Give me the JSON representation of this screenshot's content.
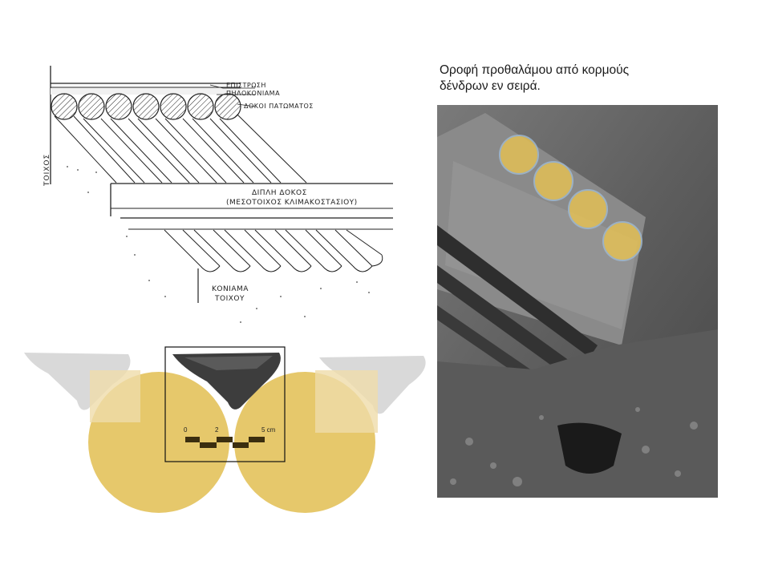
{
  "caption": {
    "line1": "Οροφή προθαλάμου από κορμούς",
    "line2": "δένδρων εν σειρά."
  },
  "drawing": {
    "labels": {
      "epistrosi": "ΕΠΙΣΤΡΩΣΗ",
      "pilokoniama": "ΠΗΛΟΚΟΝΙΑΜΑ",
      "dokoi_patomatos": "ΔΟΚΟΙ ΠΑΤΩΜΑΤΟΣ",
      "toixos": "ΤΟΙΧΟΣ",
      "dipli_dokos": "ΔΙΠΛΗ ΔΟΚΟΣ",
      "mesotoixos": "(ΜΕΣΟΤΟΙΧΟΣ ΚΛΙΜΑΚΟΣΤΑΣΙΟΥ)",
      "koniama": "ΚΟΝΙΑΜΑ",
      "toixou": "ΤΟΙΧΟΥ"
    }
  },
  "scale_bar": {
    "tick_0": "0",
    "tick_2": "2",
    "tick_5": "5 cm"
  },
  "colors": {
    "log_fill": "#e0b93a",
    "log_circle": "#e3c056",
    "photo_bg": "#6b6b6b"
  }
}
